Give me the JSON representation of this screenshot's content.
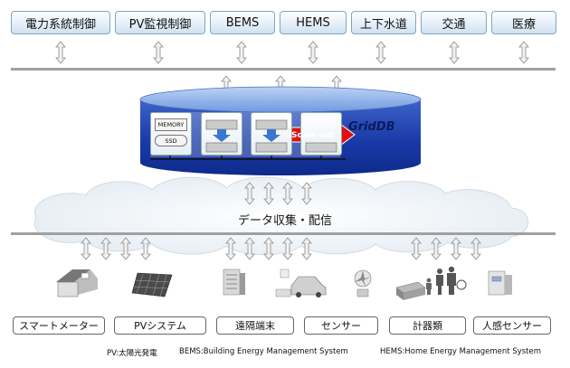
{
  "top_systems": [
    "電力系統制御",
    "PV監視制御",
    "BEMS",
    "HEMS",
    "上下水道",
    "交通",
    "医療"
  ],
  "database": {
    "name": "GridDB",
    "memory_label": "MEMORY",
    "ssd_label": "SSD",
    "scale_out_label": "Scale out"
  },
  "collection_label": "データ収集・配信",
  "devices": [
    "スマートメーター",
    "PVシステム",
    "遠隔端末",
    "センサー",
    "計器類",
    "人感センサー"
  ],
  "footnotes": [
    "PV:太陽光発電",
    "BEMS:Building Energy Management System",
    "HEMS:Home Energy Management System"
  ],
  "colors": {
    "db_body": "#1a3aa8",
    "db_top": "#6f9ae0",
    "arrow_fill": "#f0f0f0",
    "scale_arrow": "#e01010",
    "line_gray": "#a0a0a0"
  }
}
